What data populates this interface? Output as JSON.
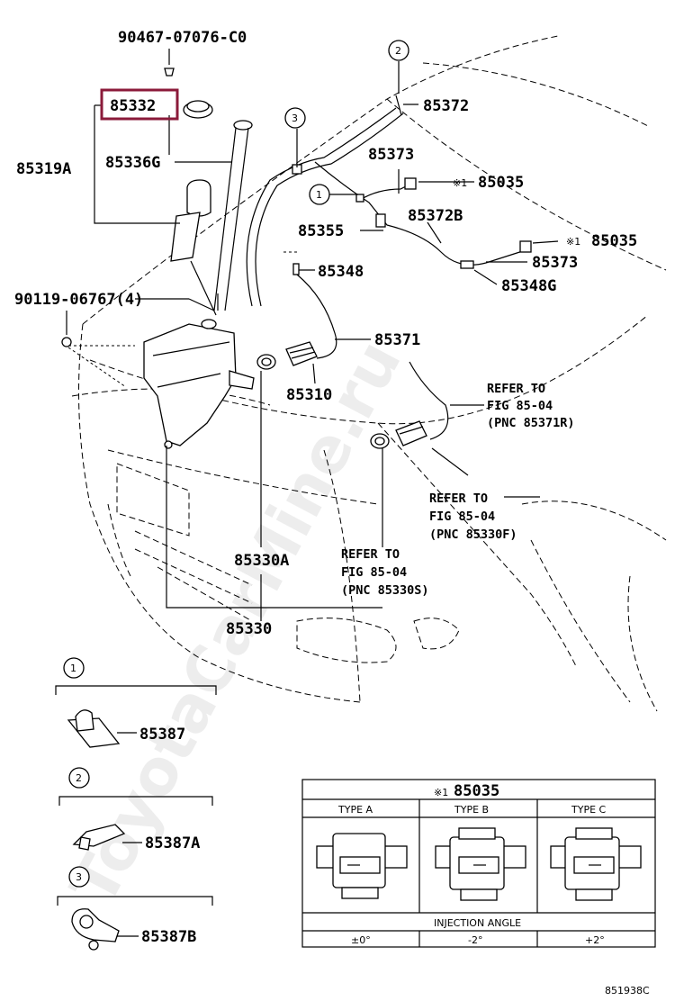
{
  "labels": {
    "p90467": "90467-07076-C0",
    "p85332": "85332",
    "p85319A": "85319A",
    "p85336G": "85336G",
    "p90119": "90119-06767(4)",
    "p85372": "85372",
    "p85373a": "85373",
    "p85035a": "85035",
    "p85372B": "85372B",
    "p85355": "85355",
    "p85035b": "85035",
    "p85373b": "85373",
    "p85348": "85348",
    "p85348G": "85348G",
    "p85371": "85371",
    "p85310": "85310",
    "p85330A": "85330A",
    "p85330": "85330",
    "p85387": "85387",
    "p85387A": "85387A",
    "p85387B": "85387B"
  },
  "markers": {
    "ref_mark": "※1",
    "circle1": "1",
    "circle2": "2",
    "circle3": "3",
    "inset1": "1",
    "inset2": "2",
    "inset3": "3"
  },
  "refers": {
    "r1": [
      "REFER TO",
      "FIG 85-04",
      "(PNC 85371R)"
    ],
    "r2": [
      "REFER TO",
      "FIG 85-04",
      "(PNC 85330F)"
    ],
    "r3": [
      "REFER TO",
      "FIG 85-04",
      "(PNC 85330S)"
    ]
  },
  "table": {
    "title_mark": "※1",
    "title_part": "85035",
    "types": [
      "TYPE A",
      "TYPE B",
      "TYPE C"
    ],
    "angle_header": "INJECTION ANGLE",
    "angles": [
      "±0°",
      "-2°",
      "+2°"
    ]
  },
  "highlight_color": "#8b1a3a",
  "watermark": "ToyotaCarMine.ru",
  "figure_code": "851938C"
}
